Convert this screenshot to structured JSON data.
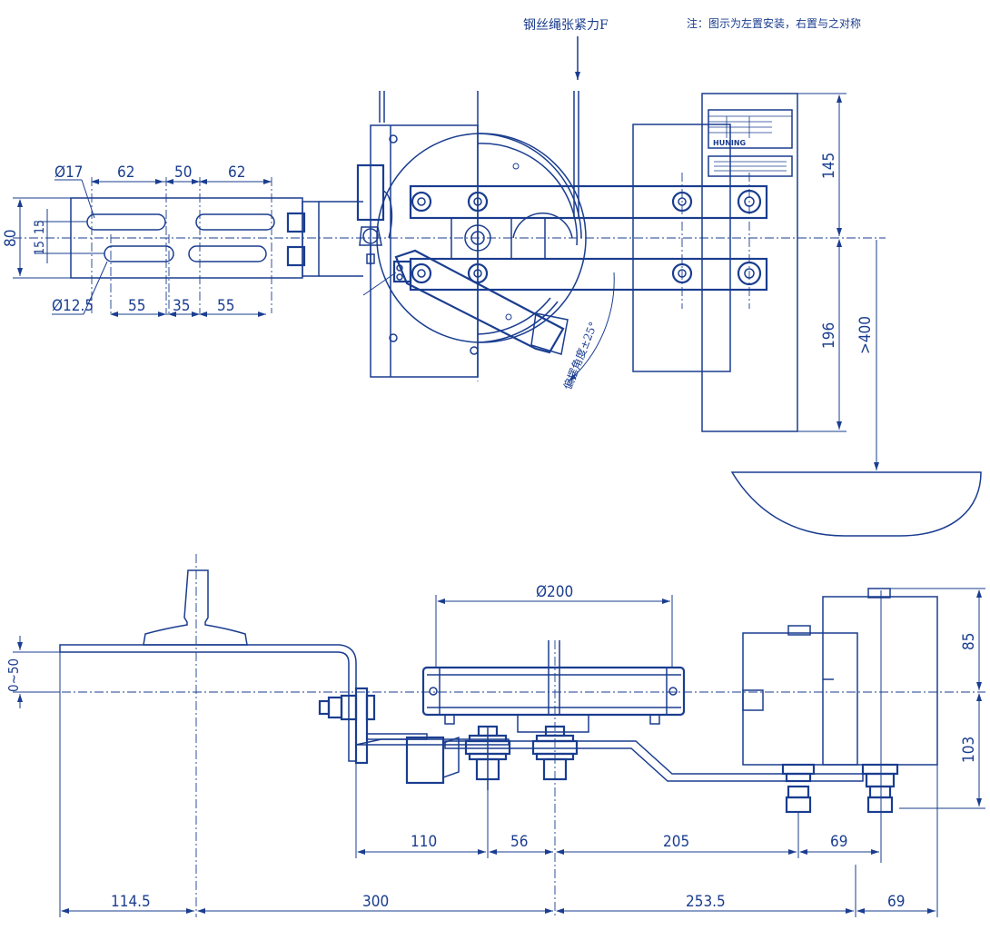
{
  "header": {
    "force_label": "钢丝绳张紧力F",
    "note": "注：图示为左置安装，右置与之对称"
  },
  "top_view": {
    "dims": {
      "d17": "Ø17",
      "d62a": "62",
      "d50": "50",
      "d62b": "62",
      "d80": "80",
      "d15a": "15",
      "d15b": "15",
      "d125": "Ø12.5",
      "d55a": "55",
      "d35": "35",
      "d55b": "55",
      "d145": "145",
      "d196": "196",
      "d400": ">400"
    },
    "angle_label": "偏摆角度±25°",
    "nameplate_brand": "HUNING"
  },
  "bottom_view": {
    "dims": {
      "d200": "Ø200",
      "d050": "0~50",
      "d85": "85",
      "d103": "103",
      "d110": "110",
      "d56": "56",
      "d205": "205",
      "d69a": "69",
      "d1145": "114.5",
      "d300": "300",
      "d2535": "253.5",
      "d69b": "69"
    }
  }
}
